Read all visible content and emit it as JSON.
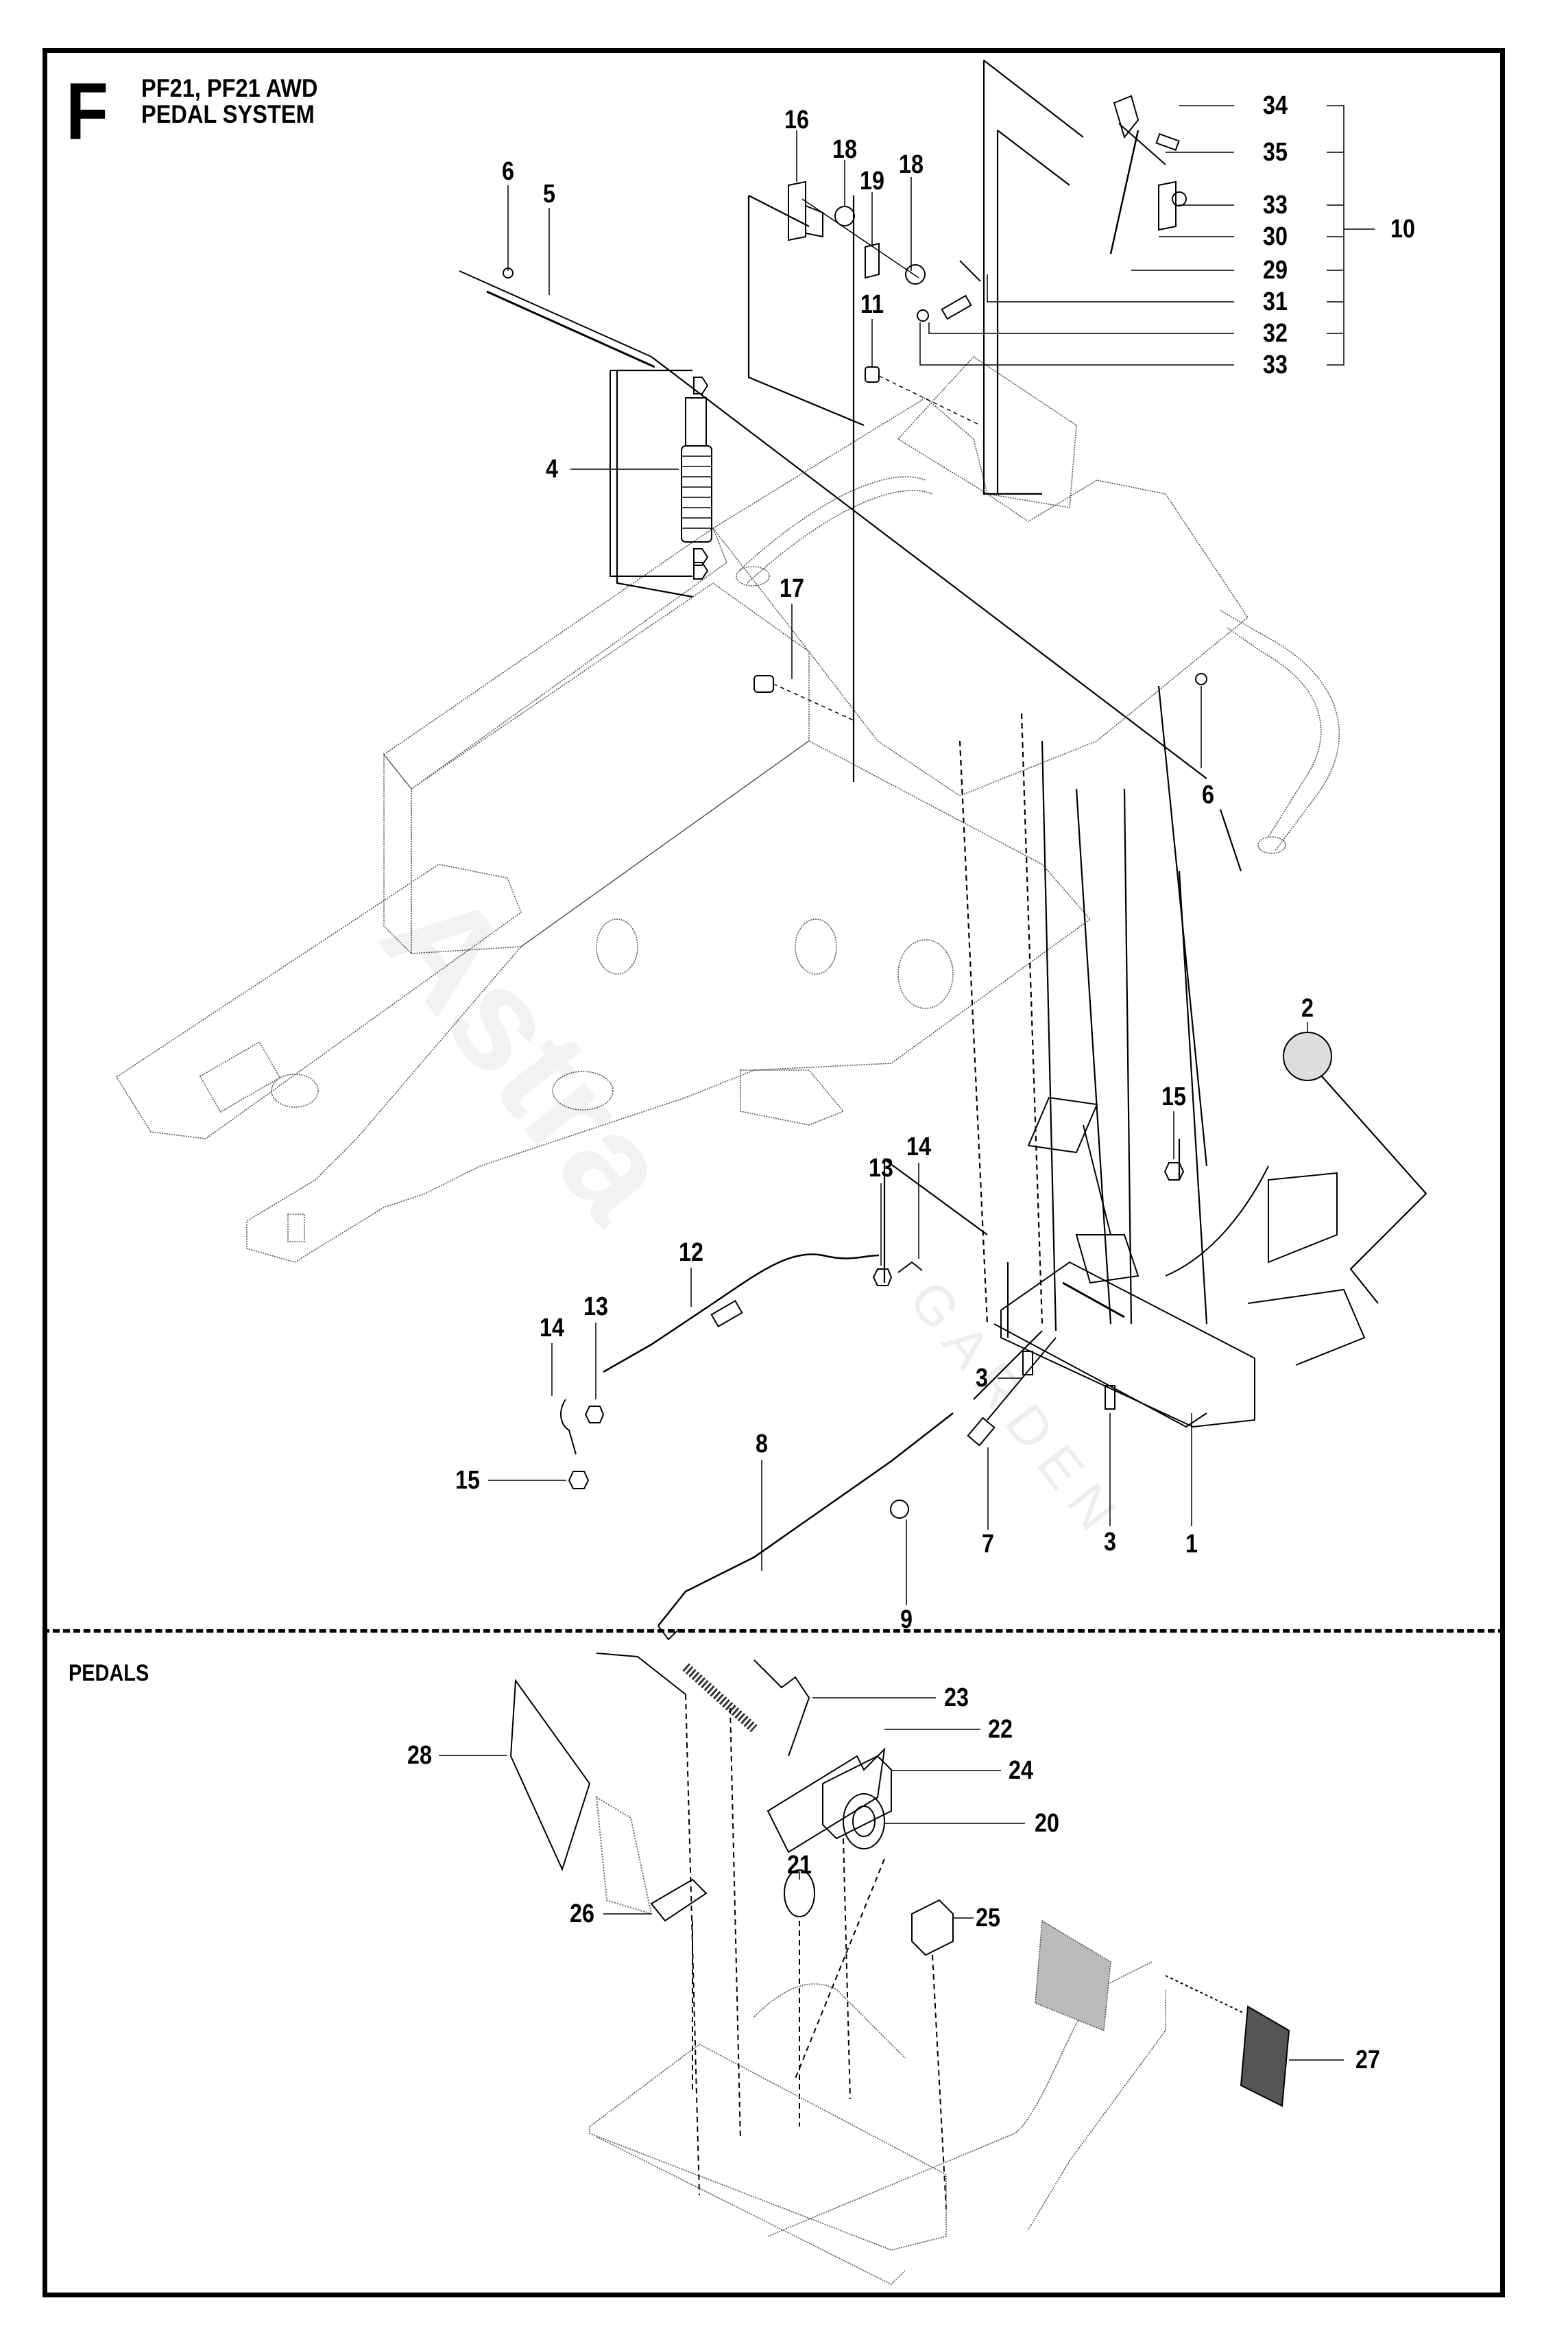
{
  "header": {
    "section_letter": "F",
    "title_line1": "PF21, PF21 AWD",
    "title_line2": "PEDAL SYSTEM"
  },
  "subsection": {
    "title": "PEDALS"
  },
  "watermark": {
    "brand": "Astra",
    "sub": "GARDEN"
  },
  "callouts": {
    "upper": [
      {
        "id": "c16",
        "label": "16",
        "part": "bracket"
      },
      {
        "id": "c18a",
        "label": "18",
        "part": "nut"
      },
      {
        "id": "c19",
        "label": "19",
        "part": "cable-clip"
      },
      {
        "id": "c18b",
        "label": "18",
        "part": "nut"
      },
      {
        "id": "c34",
        "label": "34",
        "part": "pedal-stop"
      },
      {
        "id": "c35",
        "label": "35",
        "part": "bolt"
      },
      {
        "id": "c33a",
        "label": "33",
        "part": "washer"
      },
      {
        "id": "c30",
        "label": "30",
        "part": "bracket"
      },
      {
        "id": "c29",
        "label": "29",
        "part": "rod"
      },
      {
        "id": "c31",
        "label": "31",
        "part": "clip"
      },
      {
        "id": "c32",
        "label": "32",
        "part": "spacer"
      },
      {
        "id": "c33b",
        "label": "33",
        "part": "washer"
      },
      {
        "id": "c10",
        "label": "10",
        "part": "kit-assembly"
      },
      {
        "id": "c6a",
        "label": "6",
        "part": "clip"
      },
      {
        "id": "c5",
        "label": "5",
        "part": "rod"
      },
      {
        "id": "c11",
        "label": "11",
        "part": "bolt"
      },
      {
        "id": "c4",
        "label": "4",
        "part": "damper-spring"
      },
      {
        "id": "c17",
        "label": "17",
        "part": "bolt"
      },
      {
        "id": "c6b",
        "label": "6",
        "part": "clip"
      },
      {
        "id": "c2",
        "label": "2",
        "part": "pedal-pad"
      },
      {
        "id": "c15a",
        "label": "15",
        "part": "nut"
      },
      {
        "id": "c13a",
        "label": "13",
        "part": "nut"
      },
      {
        "id": "c14a",
        "label": "14",
        "part": "ball-joint"
      },
      {
        "id": "c12",
        "label": "12",
        "part": "cable"
      },
      {
        "id": "c14b",
        "label": "14",
        "part": "ball-joint"
      },
      {
        "id": "c13b",
        "label": "13",
        "part": "nut"
      },
      {
        "id": "c3a",
        "label": "3",
        "part": "screw"
      },
      {
        "id": "c15b",
        "label": "15",
        "part": "nut"
      },
      {
        "id": "c8",
        "label": "8",
        "part": "cable"
      },
      {
        "id": "c7",
        "label": "7",
        "part": "spring"
      },
      {
        "id": "c3b",
        "label": "3",
        "part": "screw"
      },
      {
        "id": "c1",
        "label": "1",
        "part": "pedal-assembly"
      },
      {
        "id": "c9",
        "label": "9",
        "part": "clip"
      }
    ],
    "pedals": [
      {
        "id": "c23",
        "label": "23",
        "part": "spring"
      },
      {
        "id": "c22",
        "label": "22",
        "part": "plate"
      },
      {
        "id": "c24",
        "label": "24",
        "part": "block"
      },
      {
        "id": "c20",
        "label": "20",
        "part": "bearing"
      },
      {
        "id": "c28",
        "label": "28",
        "part": "pedal-cover"
      },
      {
        "id": "c21",
        "label": "21",
        "part": "bushing"
      },
      {
        "id": "c26",
        "label": "26",
        "part": "plate"
      },
      {
        "id": "c25",
        "label": "25",
        "part": "clip"
      },
      {
        "id": "c27",
        "label": "27",
        "part": "pedal-pad"
      }
    ]
  }
}
